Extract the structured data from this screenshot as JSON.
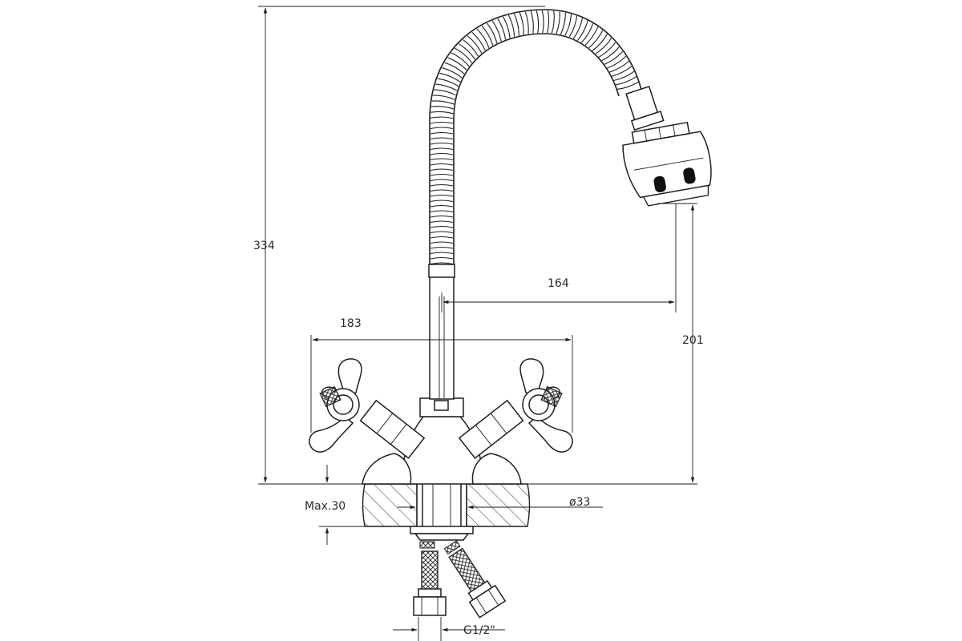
{
  "drawing": {
    "dimensions": {
      "overall_height": "334",
      "spout_reach": "164",
      "handles_span": "183",
      "spout_outlet_height": "201",
      "max_countertop": "Max.30",
      "mount_hole": "ø33",
      "connection_thread": "G1/2\""
    }
  }
}
